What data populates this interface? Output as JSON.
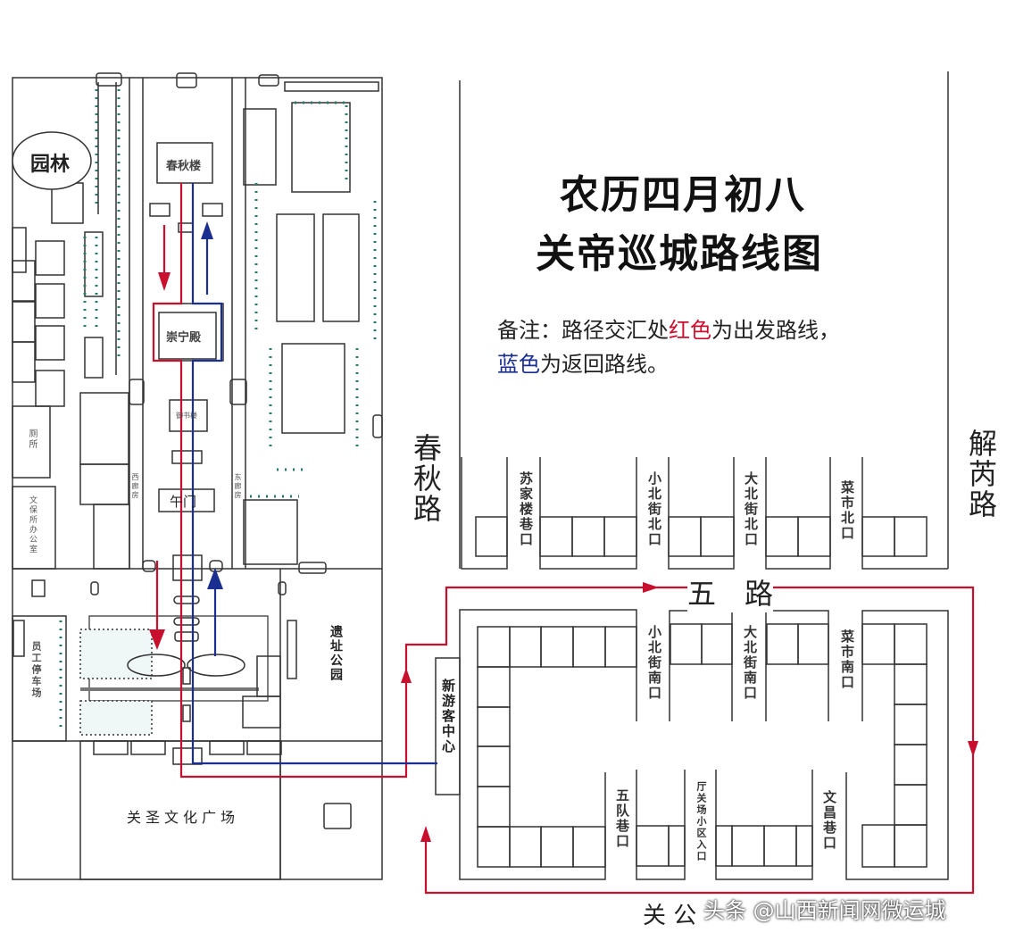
{
  "title": {
    "line1": "农历四月初八",
    "line2": "关帝巡城路线图"
  },
  "note": {
    "prefix": "备注：路径交汇处",
    "red_word": "红色",
    "middle": "为出发路线，",
    "blue_word": "蓝色",
    "suffix": "为返回路线。"
  },
  "colors": {
    "outbound": "#c8102e",
    "return": "#1a2f8f",
    "lines": "#333333",
    "dots": "#2a7a6a"
  },
  "left_map": {
    "garden": "园林",
    "chunqiu_tower": "春秋楼",
    "chongning_hall": "崇宁殿",
    "yushu_tower": "御书楼",
    "meridian_gate": "午门",
    "plaza": "关圣文化广场",
    "ruins_park": "遗址公园",
    "staff_parking": "员工停车场",
    "office": "文保所办公室",
    "toilet": "厕所",
    "west_corridor": "西廊房",
    "east_corridor": "东廊房"
  },
  "roads": {
    "chunqiu": "春秋路",
    "jierui": "解芮路",
    "wuyi_visible": "五　路",
    "guangong_visible": "关 公"
  },
  "visitor_center": "新游客中心",
  "lanes_north": [
    "苏家楼巷口",
    "小北街北口",
    "大北街北口",
    "菜市北口"
  ],
  "lanes_middle": [
    "小北街南口",
    "大北街南口",
    "菜市南口"
  ],
  "lanes_south": [
    "五队巷口",
    "厅关场小区入口",
    "文昌巷口"
  ],
  "watermark": "头条 @山西新闻网微运城"
}
